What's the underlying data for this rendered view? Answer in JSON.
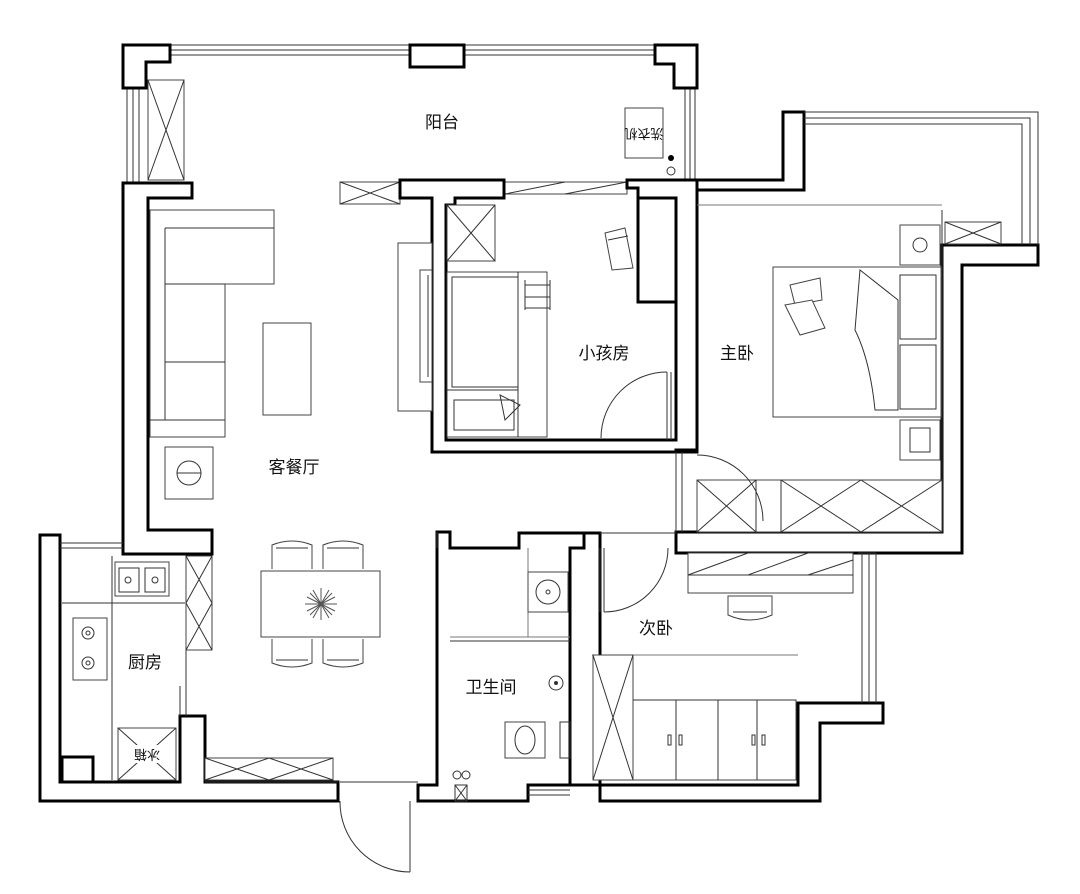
{
  "rooms": {
    "balcony": "阳台",
    "kids_room": "小孩房",
    "master_bedroom": "主卧",
    "living_dining": "客餐厅",
    "kitchen": "厨房",
    "bathroom": "卫生间",
    "second_bedroom": "次卧"
  },
  "appliances": {
    "washer": "洗衣机",
    "fridge": "冰箱"
  }
}
